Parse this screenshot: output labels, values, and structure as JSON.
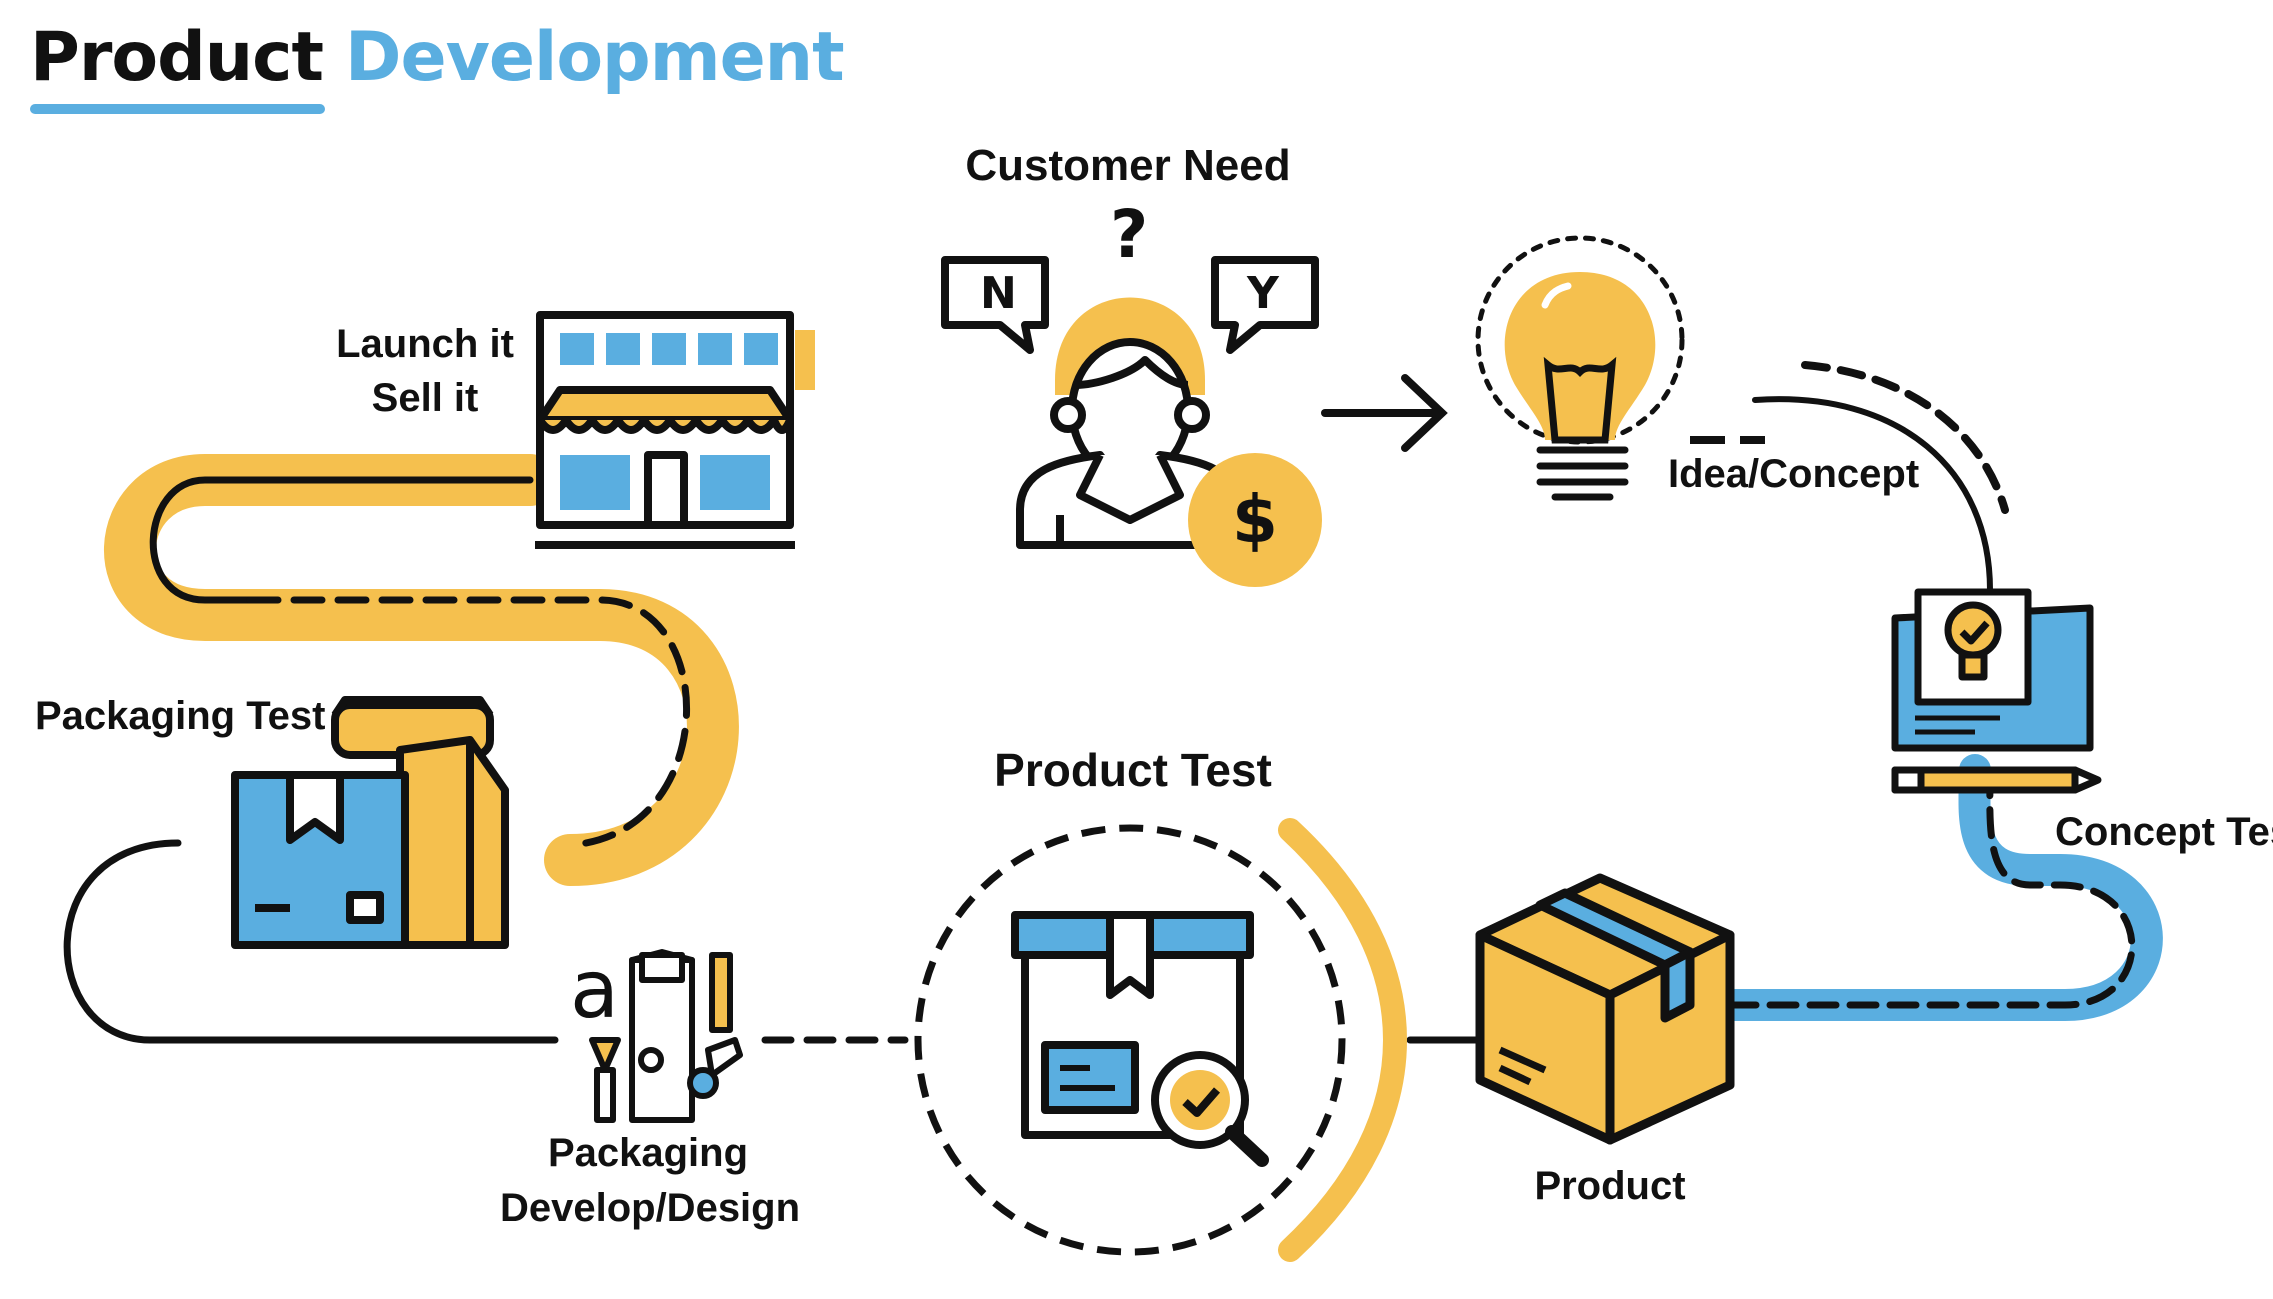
{
  "title": {
    "word1": "Product",
    "word2": "Development"
  },
  "colors": {
    "yellow": "#f5c04e",
    "blue": "#5aaee0",
    "dark": "#111111"
  },
  "steps": {
    "customer_need": "Customer Need",
    "idea_concept": "Idea/Concept",
    "concept_test": "Concept Test",
    "product": "Product",
    "product_test": "Product Test",
    "packaging_design_line1": "Packaging",
    "packaging_design_line2": "Develop/Design",
    "packaging_test": "Packaging Test",
    "launch_line1": "Launch it",
    "launch_line2": "Sell it"
  },
  "badges": {
    "no": "N",
    "yes": "Y",
    "question": "?",
    "dollar": "$",
    "letter": "a"
  }
}
